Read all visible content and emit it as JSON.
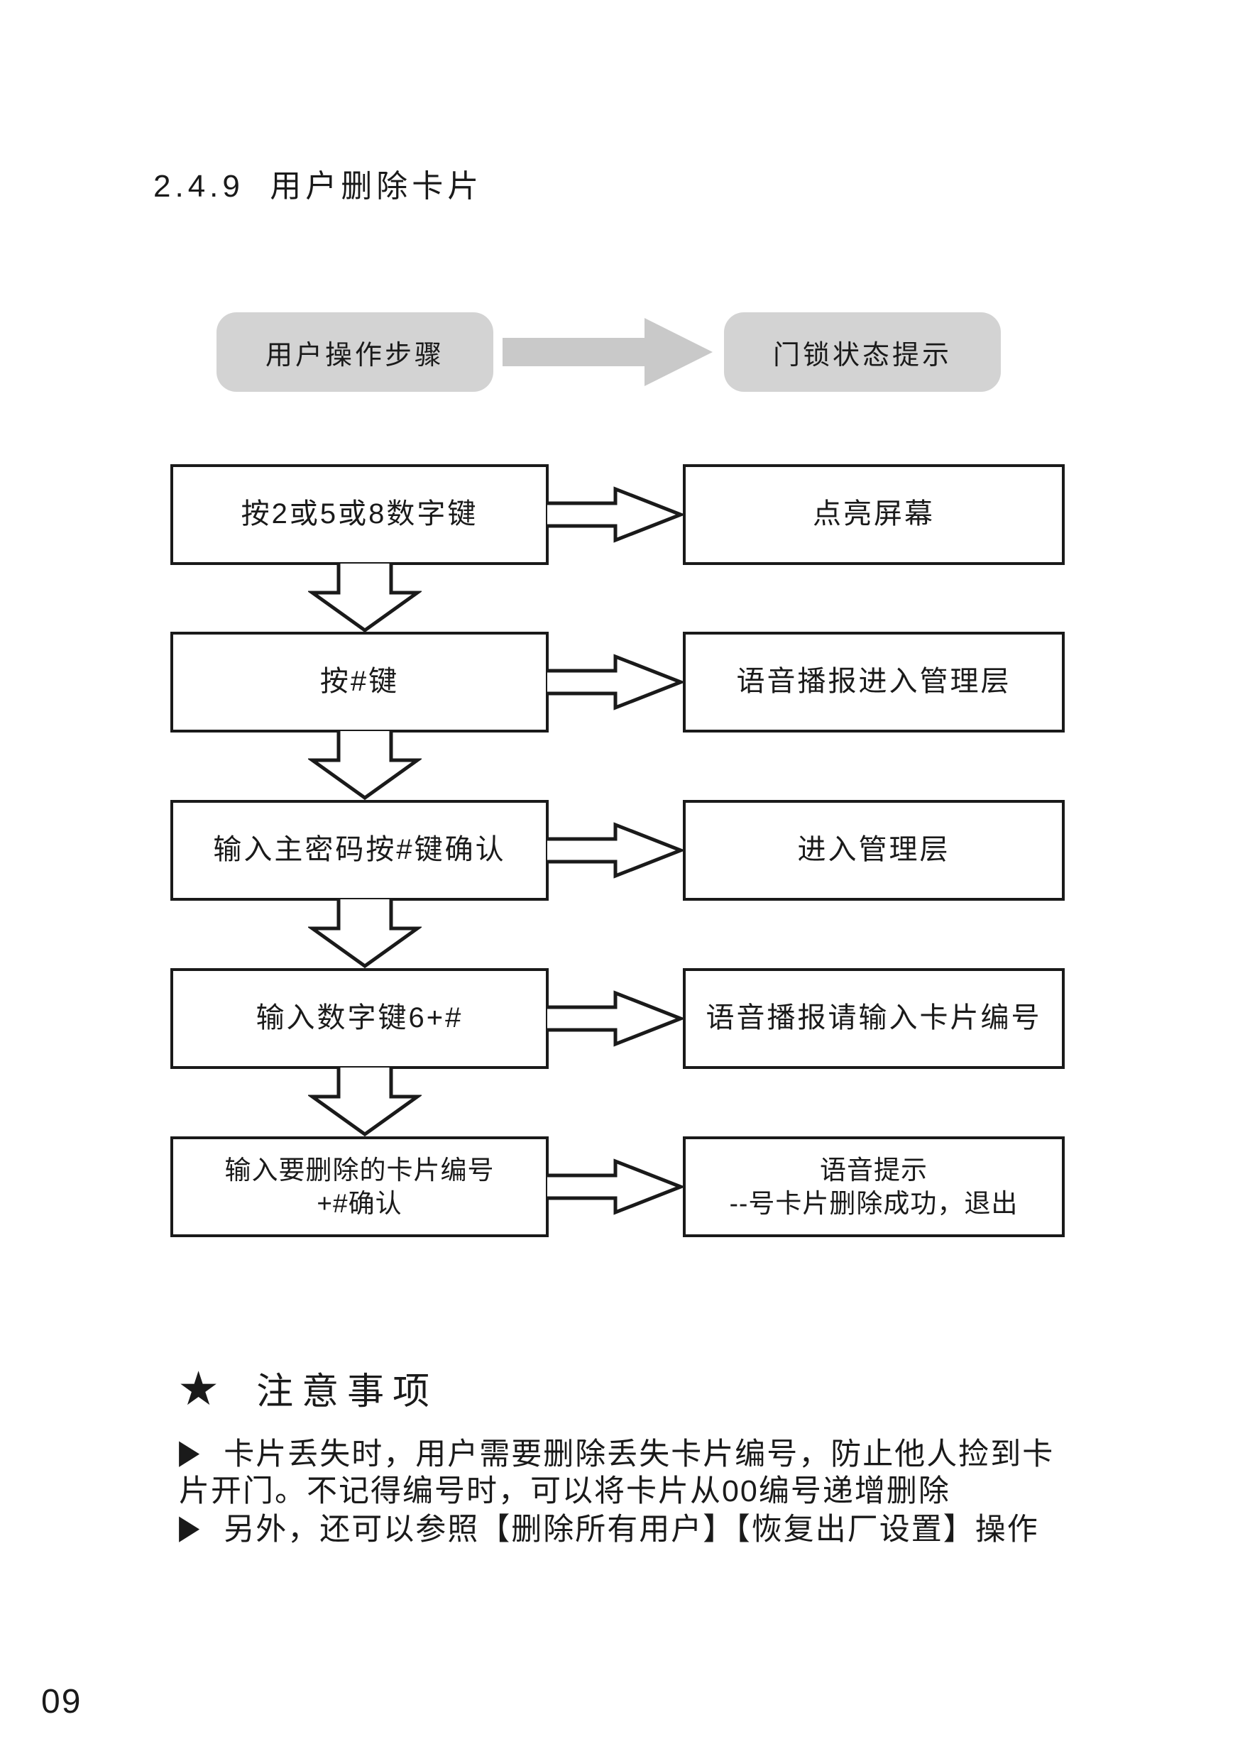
{
  "page": {
    "title": "2.4.9  用户删除卡片",
    "page_number": "09"
  },
  "legend": {
    "left_label": "用户操作步骤",
    "right_label": "门锁状态提示"
  },
  "flowchart": {
    "rows": [
      {
        "step_lines": [
          "按2或5或8数字键"
        ],
        "status_lines": [
          "点亮屏幕"
        ]
      },
      {
        "step_lines": [
          "按#键"
        ],
        "status_lines": [
          "语音播报进入管理层"
        ]
      },
      {
        "step_lines": [
          "输入主密码按#键确认"
        ],
        "status_lines": [
          "进入管理层"
        ]
      },
      {
        "step_lines": [
          "输入数字键6+#"
        ],
        "status_lines": [
          "语音播报请输入卡片编号"
        ]
      },
      {
        "step_lines": [
          "输入要删除的卡片编号",
          "+#确认"
        ],
        "status_lines": [
          "语音提示",
          "--号卡片删除成功，退出"
        ]
      }
    ]
  },
  "notes": {
    "star_icon": "★",
    "heading": "注意事项",
    "bullet_icon": "▶",
    "lines": [
      "卡片丢失时，用户需要删除丢失卡片编号，防止他人捡到卡",
      "片开门。不记得编号时，可以将卡片从00编号递增删除",
      "另外，还可以参照【删除所有用户】【恢复出厂设置】操作"
    ]
  },
  "colors": {
    "ink": "#1a1a1a",
    "legend_fill": "#d3d3d3",
    "legend_arrow": "#c9c9c9",
    "background": "#ffffff"
  }
}
